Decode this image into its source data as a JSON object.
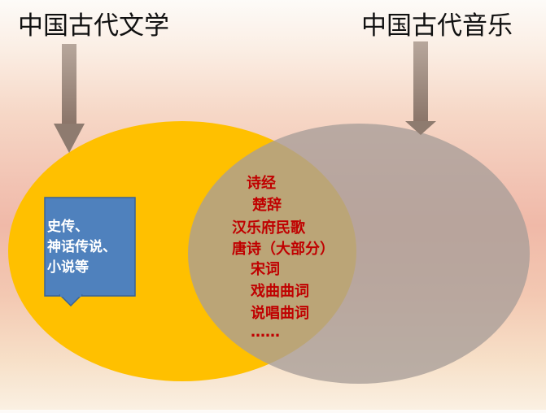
{
  "titles": {
    "left": "中国古代文学",
    "right": "中国古代音乐"
  },
  "callout": {
    "lines": [
      "史传、",
      "神话传说、",
      "小说等"
    ]
  },
  "overlap": {
    "items": [
      "诗经",
      "楚辞",
      "汉乐府民歌",
      "唐诗（大部分）",
      "宋词",
      "戏曲曲词",
      "说唱曲词",
      "……"
    ]
  },
  "colors": {
    "left_circle": "#ffc000",
    "right_circle": "#b4a79a",
    "callout_fill": "#4f81bd",
    "overlap_text": "#c00000",
    "arrow": "#8e7b6f"
  }
}
